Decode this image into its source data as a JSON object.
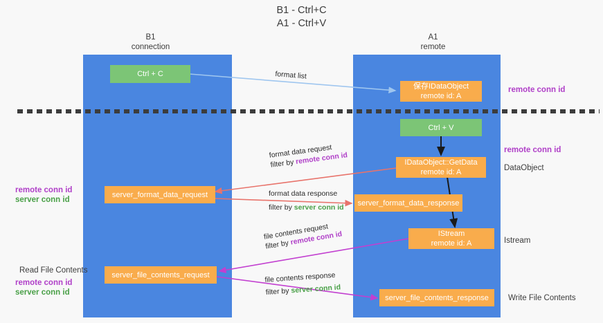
{
  "title": "B1 - Ctrl+C\nA1 - Ctrl+V",
  "colors": {
    "lane": "#4a86e0",
    "green_node": "#7cc576",
    "orange_node": "#f9ac4c",
    "remote_conn_id": "#b040c8",
    "server_conn_id": "#4aa048",
    "format_list_arrow": "#9fc6ef",
    "format_data_arrow": "#e8736b",
    "file_contents_arrow": "#c23fd0",
    "flow_arrow": "#1a1a1a",
    "divider": "#3c3c3c",
    "background": "#f8f8f8"
  },
  "lanes": [
    {
      "id": "b1",
      "header": "B1\nconnection"
    },
    {
      "id": "a1",
      "header": "A1\nremote"
    }
  ],
  "nodes": [
    {
      "id": "ctrl-c",
      "label": "Ctrl + C",
      "color": "green"
    },
    {
      "id": "save-idataobject",
      "label": "保存IDataObject\nremote id: A",
      "color": "orange"
    },
    {
      "id": "ctrl-v",
      "label": "Ctrl + V",
      "color": "green"
    },
    {
      "id": "idataobject-getdata",
      "label": "IDataObject::GetData\nremote id: A",
      "color": "orange"
    },
    {
      "id": "server-format-data-request",
      "label": "server_format_data_request",
      "color": "orange"
    },
    {
      "id": "server-format-data-response",
      "label": "server_format_data_response",
      "color": "orange"
    },
    {
      "id": "istream",
      "label": "IStream\nremote id: A",
      "color": "orange"
    },
    {
      "id": "server-file-contents-request",
      "label": "server_file_contents_request",
      "color": "orange"
    },
    {
      "id": "server-file-contents-response",
      "label": "server_file_contents_response",
      "color": "orange"
    }
  ],
  "edge_labels": [
    {
      "id": "format-list",
      "line1": "format list",
      "line2": "",
      "line2_tag": ""
    },
    {
      "id": "format-data-request",
      "line1": "format data request",
      "line2": "filter by ",
      "line2_tag": "remote conn id"
    },
    {
      "id": "format-data-response",
      "line1": "format data response",
      "line2": "filter by ",
      "line2_tag": "server conn id"
    },
    {
      "id": "file-contents-request",
      "line1": "file contents request",
      "line2": "filter by ",
      "line2_tag": "remote conn id"
    },
    {
      "id": "file-contents-response",
      "line1": "file contents response",
      "line2": "filter by ",
      "line2_tag": "server conn id"
    }
  ],
  "side_labels": {
    "right": [
      {
        "id": "right-remote-conn-id-1",
        "text": "remote conn id",
        "style": "purple"
      },
      {
        "id": "right-remote-conn-id-2",
        "text": "remote conn id",
        "style": "purple"
      },
      {
        "id": "right-dataobject",
        "text": "DataObject",
        "style": "plain"
      },
      {
        "id": "right-istream",
        "text": "Istream",
        "style": "plain"
      },
      {
        "id": "right-write-file",
        "text": "Write File Contents",
        "style": "plain"
      }
    ],
    "left": [
      {
        "id": "left-remote-conn-id-1",
        "text": "remote conn id",
        "style": "purple"
      },
      {
        "id": "left-server-conn-id-1",
        "text": "server conn id",
        "style": "green"
      },
      {
        "id": "left-read-file",
        "text": "Read File Contents",
        "style": "plain"
      },
      {
        "id": "left-remote-conn-id-2",
        "text": "remote conn id",
        "style": "purple"
      },
      {
        "id": "left-server-conn-id-2",
        "text": "server conn id",
        "style": "green"
      }
    ]
  }
}
